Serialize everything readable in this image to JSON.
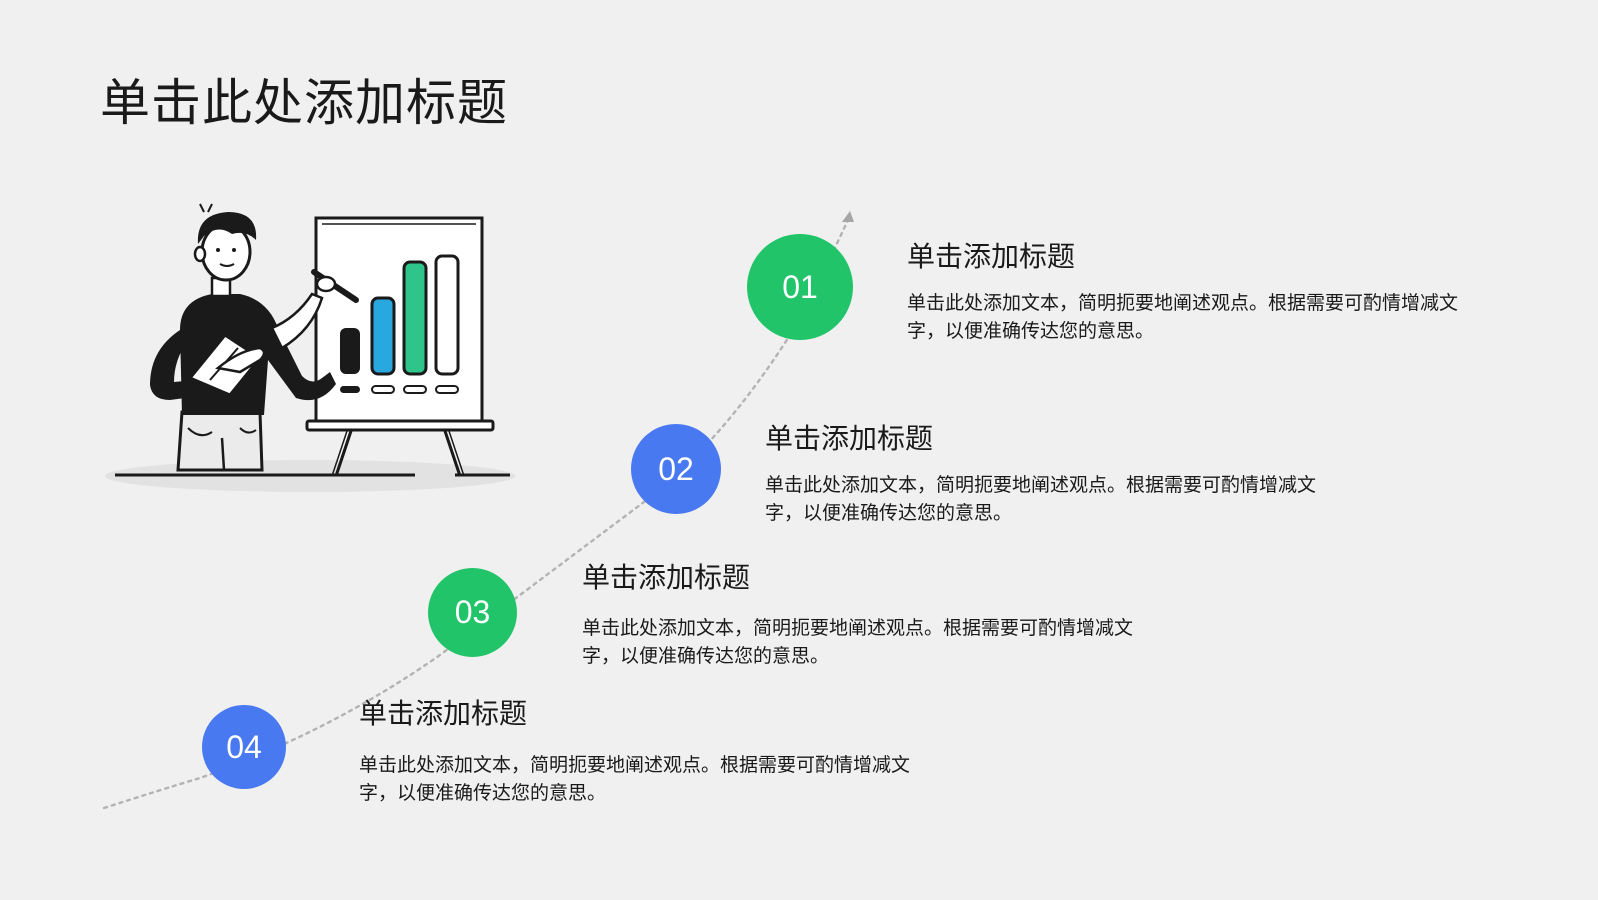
{
  "page": {
    "title": "单击此处添加标题"
  },
  "colors": {
    "green": "#22c46a",
    "blue": "#4879f0",
    "background": "#f0f0f0"
  },
  "illustration": {
    "icon": "presenter-with-bar-chart-illustration"
  },
  "steps": [
    {
      "number": "01",
      "title": "单击添加标题",
      "desc": "单击此处添加文本，简明扼要地阐述观点。根据需要可酌情增减文字，以便准确传达您的意思。",
      "color": "green"
    },
    {
      "number": "02",
      "title": "单击添加标题",
      "desc": "单击此处添加文本，简明扼要地阐述观点。根据需要可酌情增减文字，以便准确传达您的意思。",
      "color": "blue"
    },
    {
      "number": "03",
      "title": "单击添加标题",
      "desc": "单击此处添加文本，简明扼要地阐述观点。根据需要可酌情增减文字，以便准确传达您的意思。",
      "color": "green"
    },
    {
      "number": "04",
      "title": "单击添加标题",
      "desc": "单击此处添加文本，简明扼要地阐述观点。根据需要可酌情增减文字，以便准确传达您的意思。",
      "color": "blue"
    }
  ]
}
